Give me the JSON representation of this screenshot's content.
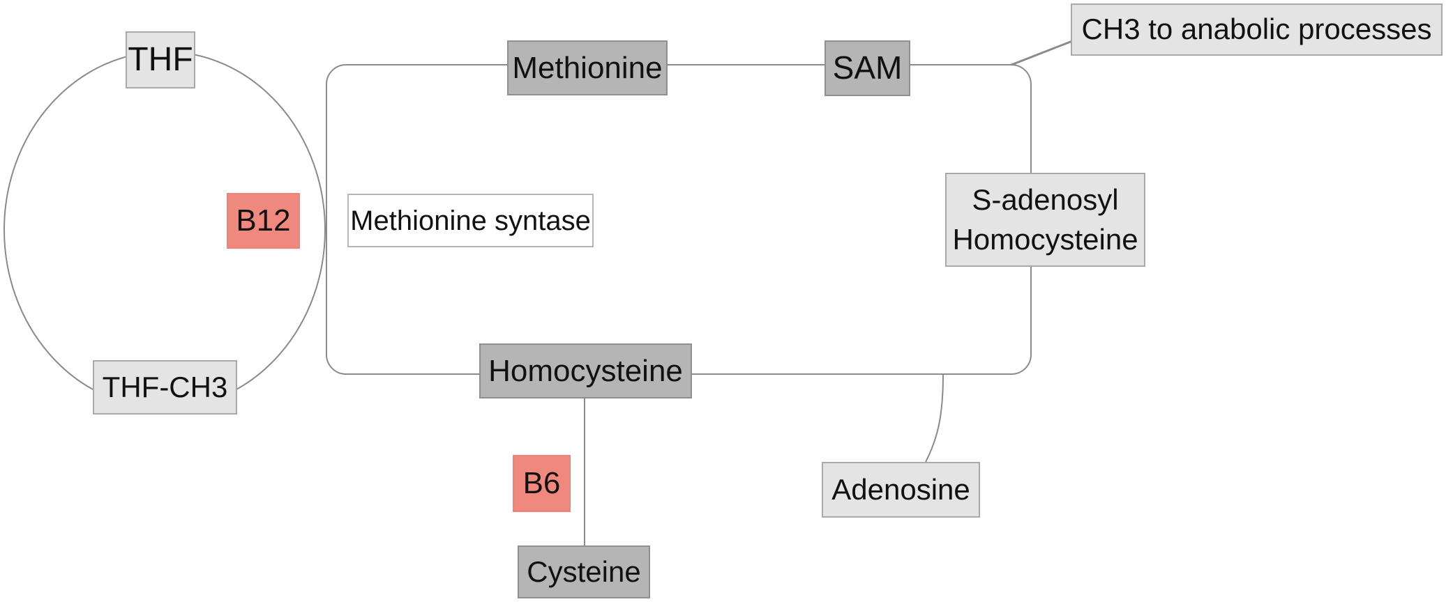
{
  "diagram": {
    "description": "Methionine and folate cycle pathway diagram",
    "colors": {
      "metabolite_fill": "#b5b5b5",
      "intermediate_fill": "#e4e4e4",
      "vitamin_fill": "#f0897d",
      "enzyme_fill": "#ffffff",
      "line": "#8a8a8a",
      "text": "#111111",
      "background": "#ffffff"
    }
  },
  "nodes": {
    "thf": {
      "label": "THF"
    },
    "thf_ch3": {
      "label": "THF-CH3"
    },
    "b12": {
      "label": "B12"
    },
    "methionine_syntase": {
      "label": "Methionine syntase"
    },
    "methionine": {
      "label": "Methionine"
    },
    "sam": {
      "label": "SAM"
    },
    "ch3_anabolic": {
      "label": "CH3 to anabolic processes"
    },
    "s_adenosyl_homocysteine": {
      "label": "S-adenosyl\nHomocysteine"
    },
    "homocysteine": {
      "label": "Homocysteine"
    },
    "b6": {
      "label": "B6"
    },
    "cysteine": {
      "label": "Cysteine"
    },
    "adenosine": {
      "label": "Adenosine"
    }
  }
}
